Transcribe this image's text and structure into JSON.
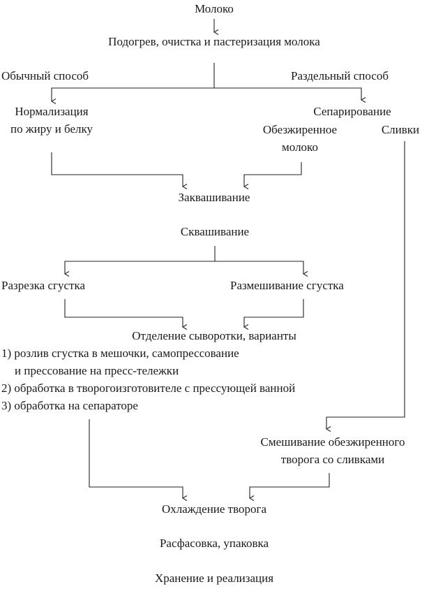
{
  "steps": {
    "milk": "Молоко",
    "heating": "Подогрев, очистка и пастеризация молока",
    "usual_method": "Обычный способ",
    "separate_method": "Раздельный способ",
    "normalization_1": "Нормализация",
    "normalization_2": "по жиру и белку",
    "separation": "Сепарирование",
    "skim_milk_1": "Обезжиренное",
    "skim_milk_2": "молоко",
    "cream": "Сливки",
    "fermentation": "Заквашивание",
    "souring": "Сквашивание",
    "cutting": "Разрезка сгустка",
    "stirring": "Размешивание сгустка",
    "whey_separation": "Отделение сыворотки, варианты",
    "variant_1a": "1) розлив сгустка в мешочки, самопрессование",
    "variant_1b": "и прессование на пресс-тележки",
    "variant_2": "2) обработка в творогоизготовителе с прессующей ванной",
    "variant_3": "3) обработка на сепараторе",
    "mixing_1": "Смешивание обезжиренного",
    "mixing_2": "творога со сливками",
    "cooling": "Охлаждение творога",
    "packing": "Расфасовка, упаковка",
    "storage": "Хранение и реализация"
  }
}
